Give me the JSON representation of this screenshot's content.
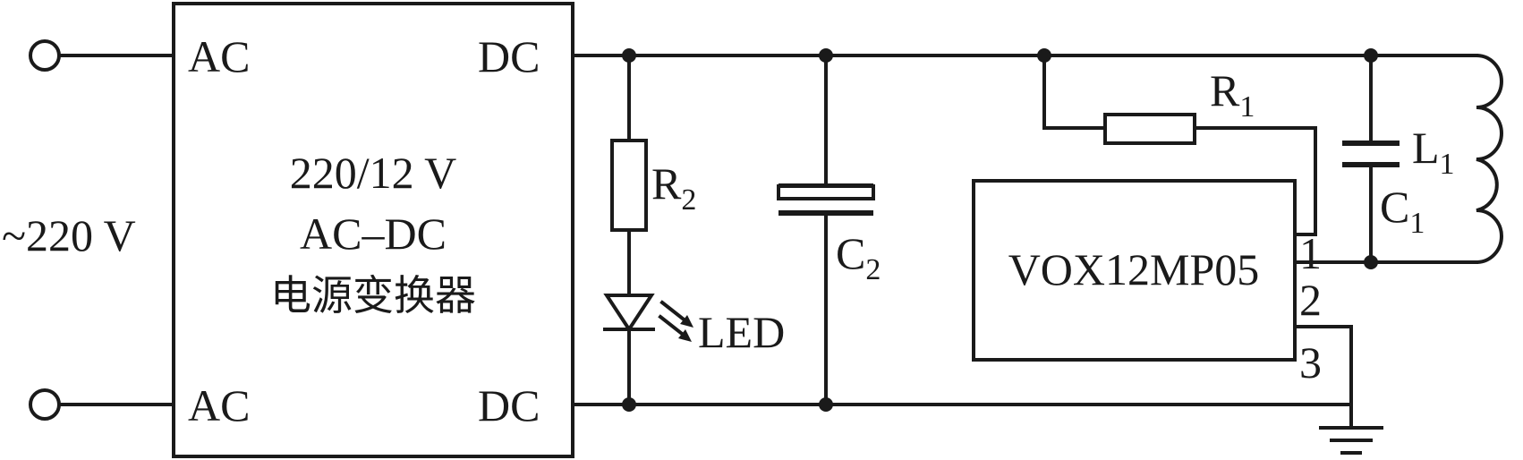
{
  "input": {
    "voltage_label": "~220 V"
  },
  "converter": {
    "ac_top": "AC",
    "ac_bottom": "AC",
    "dc_top": "DC",
    "dc_bottom": "DC",
    "line1": "220/12 V",
    "line2": "AC–DC",
    "line3": "电源变换器"
  },
  "components": {
    "r2": {
      "letter": "R",
      "index": "2"
    },
    "led": "LED",
    "c2": {
      "letter": "C",
      "index": "2"
    },
    "r1": {
      "letter": "R",
      "index": "1"
    },
    "c1": {
      "letter": "C",
      "index": "1"
    },
    "l1": {
      "letter": "L",
      "index": "1"
    }
  },
  "module": {
    "name": "VOX12MP05",
    "pin1": "1",
    "pin2": "2",
    "pin3": "3"
  }
}
